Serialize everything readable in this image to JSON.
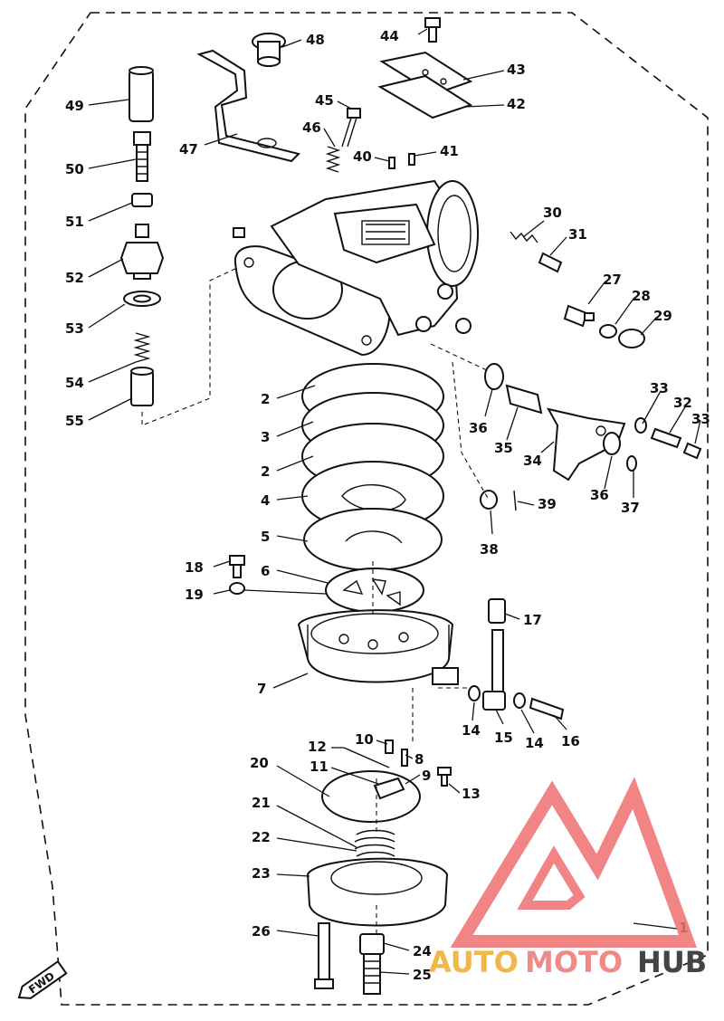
{
  "diagram": {
    "callouts": [
      "44",
      "43",
      "42",
      "41",
      "40",
      "45",
      "46",
      "47",
      "48",
      "49",
      "50",
      "51",
      "52",
      "53",
      "54",
      "55",
      "30",
      "31",
      "27",
      "28",
      "29",
      "2",
      "3",
      "2",
      "4",
      "5",
      "6",
      "7",
      "18",
      "19",
      "17",
      "33",
      "32",
      "33",
      "36",
      "35",
      "34",
      "36",
      "37",
      "38",
      "39",
      "14",
      "15",
      "14",
      "16",
      "12",
      "10",
      "8",
      "11",
      "9",
      "13",
      "20",
      "21",
      "22",
      "23",
      "26",
      "24",
      "25",
      "1"
    ],
    "direction_badge": "FWD"
  },
  "watermark": {
    "part_auto": "AUTO",
    "part_moto": "MOTO",
    "part_hub": "HUB",
    "colors": {
      "auto": "#f0b84a",
      "moto": "#ef8a8a",
      "hub": "#444444",
      "logo": "#ef7070"
    }
  }
}
